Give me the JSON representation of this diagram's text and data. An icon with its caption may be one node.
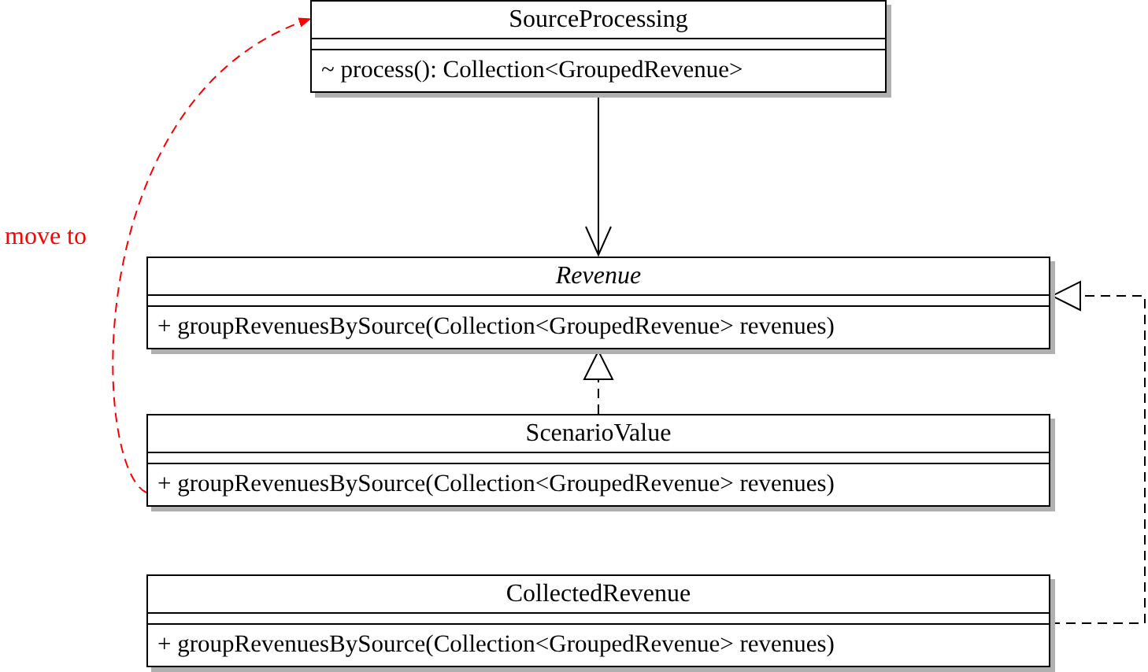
{
  "diagram": {
    "nodes": [
      {
        "text": [
          "SourceProcessing",
          "~ process(): Collection<GroupedRevenue>"
        ]
      },
      {
        "text": [
          "Revenue",
          "+ groupRevenuesBySource(Collection<GroupedRevenue> revenues)"
        ]
      },
      {
        "text": [
          "ScenarioValue",
          "+ groupRevenuesBySource(Collection<GroupedRevenue> revenues)"
        ]
      },
      {
        "text": [
          "CollectedRevenue",
          "+ groupRevenuesBySource(Collection<GroupedRevenue> revenues)"
        ]
      }
    ],
    "edges": [
      {
        "from": 0,
        "to": 1,
        "arrow": "to"
      },
      {
        "from": 2,
        "to": 1,
        "arrow": "to",
        "style": "dashed"
      },
      {
        "from": 3,
        "to": 1,
        "arrow": "to",
        "style": "dashed"
      },
      {
        "from": 2,
        "to": 0,
        "arrow": "to",
        "style": "dashed",
        "color": "#ff0000",
        "label": "move to"
      }
    ]
  }
}
